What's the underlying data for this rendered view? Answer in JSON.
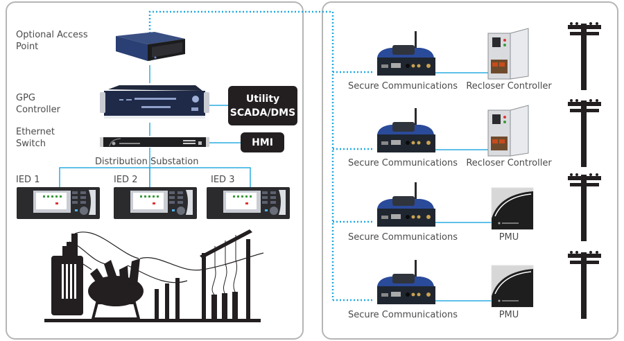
{
  "colors": {
    "link_solid": "#29abe2",
    "link_dotted": "#1fa9e1",
    "panel_border": "#b5b5b5",
    "dark_box": "#231f20",
    "label_text": "#4a4a4a",
    "device_blue": "#2a3f73",
    "silhouette": "#231f20"
  },
  "substation": {
    "access_point_label_line1": "Optional Access",
    "access_point_label_line2": "Point",
    "gpg_label_line1": "GPG",
    "gpg_label_line2": "Controller",
    "switch_label_line1": "Ethernet",
    "switch_label_line2": "Switch",
    "scada_line1": "Utility",
    "scada_line2": "SCADA/DMS",
    "hmi": "HMI",
    "bus_label": "Distribution Substation",
    "ieds": [
      {
        "label": "IED 1"
      },
      {
        "label": "IED 2"
      },
      {
        "label": "IED 3"
      }
    ]
  },
  "field": {
    "rows": [
      {
        "comm_label": "Secure Communications",
        "device_label": "Recloser Controller",
        "device_type": "recloser"
      },
      {
        "comm_label": "Secure Communications",
        "device_label": "Recloser Controller",
        "device_type": "recloser"
      },
      {
        "comm_label": "Secure Communications",
        "device_label": "PMU",
        "device_type": "pmu"
      },
      {
        "comm_label": "Secure Communications",
        "device_label": "PMU",
        "device_type": "pmu"
      }
    ]
  },
  "icons": {
    "access_point": "rack-server-icon",
    "gpg_controller": "rack-controller-icon",
    "ethernet_switch": "network-switch-icon",
    "ied": "protection-relay-icon",
    "substation": "substation-silhouette-icon",
    "radio": "wireless-router-icon",
    "recloser": "recloser-cabinet-icon",
    "pmu": "pmu-device-icon",
    "pole": "utility-pole-icon"
  }
}
